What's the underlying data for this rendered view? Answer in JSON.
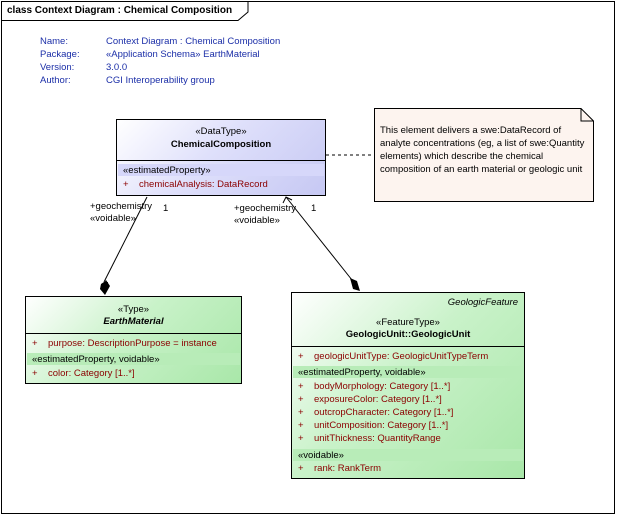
{
  "frame": {
    "title": "class Context Diagram : Chemical Composition"
  },
  "meta": {
    "labels": [
      "Name:",
      "Package:",
      "Version:",
      "Author:"
    ],
    "values": [
      "Context Diagram : Chemical Composition",
      "«Application Schema» EarthMaterial",
      "3.0.0",
      "CGI Interoperability group"
    ]
  },
  "chemical": {
    "stereotype": "«DataType»",
    "name": "ChemicalComposition",
    "section": "«estimatedProperty»",
    "attr_vis": "+",
    "attr": "chemicalAnalysis:  DataRecord"
  },
  "note": {
    "text": "This element delivers a swe:DataRecord of analyte concentrations (eg, a list of swe:Quantity elements) which describe the chemical composition of an earth material or geologic unit"
  },
  "assoc_left": {
    "role": "+geochemistry",
    "mult": "1",
    "stereo": "«voidable»"
  },
  "assoc_right": {
    "role": "+geochemistry",
    "mult": "1",
    "stereo": "«voidable»"
  },
  "earth": {
    "stereotype": "«Type»",
    "name": "EarthMaterial",
    "attr1_vis": "+",
    "attr1": "purpose:  DescriptionPurpose = instance",
    "section": "«estimatedProperty, voidable»",
    "attr2_vis": "+",
    "attr2": "color:  Category [1..*]"
  },
  "geo": {
    "super": "GeologicFeature",
    "stereotype": "«FeatureType»",
    "name": "GeologicUnit::GeologicUnit",
    "attr1_vis": "+",
    "attr1": "geologicUnitType:  GeologicUnitTypeTerm",
    "section1": "«estimatedProperty, voidable»",
    "attrs": [
      {
        "vis": "+",
        "text": "bodyMorphology:  Category [1..*]"
      },
      {
        "vis": "+",
        "text": "exposureColor:  Category [1..*]"
      },
      {
        "vis": "+",
        "text": "outcropCharacter:  Category [1..*]"
      },
      {
        "vis": "+",
        "text": "unitComposition:  Category [1..*]"
      },
      {
        "vis": "+",
        "text": "unitThickness:  QuantityRange"
      }
    ],
    "section2": "«voidable»",
    "attr_last_vis": "+",
    "attr_last": "rank:  RankTerm"
  }
}
